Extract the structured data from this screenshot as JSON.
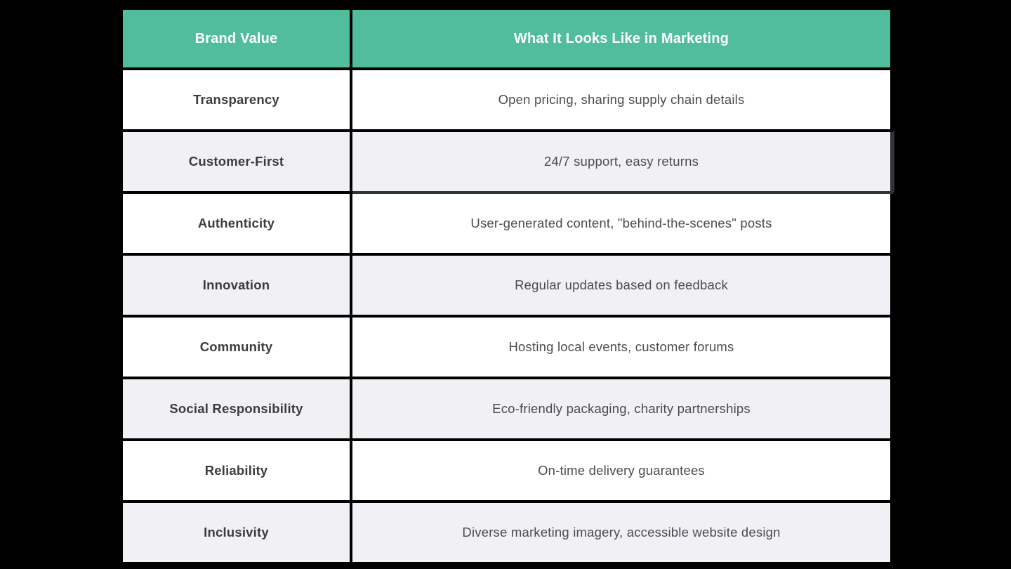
{
  "table": {
    "header": {
      "col1": "Brand Value",
      "col2": "What It Looks Like in Marketing"
    },
    "rows": [
      {
        "value": "Transparency",
        "marketing": "Open pricing, sharing supply chain details"
      },
      {
        "value": "Customer-First",
        "marketing": "24/7 support, easy returns",
        "highlighted": true
      },
      {
        "value": "Authenticity",
        "marketing": "User-generated content, \"behind-the-scenes\" posts"
      },
      {
        "value": "Innovation",
        "marketing": "Regular updates based on feedback"
      },
      {
        "value": "Community",
        "marketing": "Hosting local events, customer forums"
      },
      {
        "value": "Social Responsibility",
        "marketing": "Eco-friendly packaging, charity partnerships"
      },
      {
        "value": "Reliability",
        "marketing": "On-time delivery guarantees"
      },
      {
        "value": "Inclusivity",
        "marketing": "Diverse marketing imagery, accessible website design"
      }
    ]
  },
  "colors": {
    "header_bg": "#52bd9d",
    "header_text": "#ffffff",
    "row_white": "#ffffff",
    "row_gray": "#f1f0f5",
    "grid": "#000000",
    "value_text": "#3c3c3c",
    "desc_text": "#4b4b51",
    "highlight_border": "#363136"
  }
}
